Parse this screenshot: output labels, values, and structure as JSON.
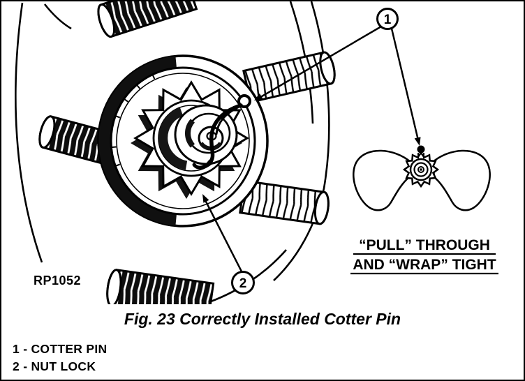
{
  "figure": {
    "caption": "Fig. 23 Correctly Installed Cotter Pin",
    "part_code": "RP1052",
    "callout_1": "1",
    "callout_2": "2",
    "note_line1": "“PULL” THROUGH",
    "note_line2": "AND “WRAP” TIGHT",
    "legend": [
      {
        "text": "1 - COTTER PIN"
      },
      {
        "text": "2 - NUT LOCK"
      }
    ]
  },
  "colors": {
    "ink": "#000000",
    "paper": "#ffffff"
  }
}
